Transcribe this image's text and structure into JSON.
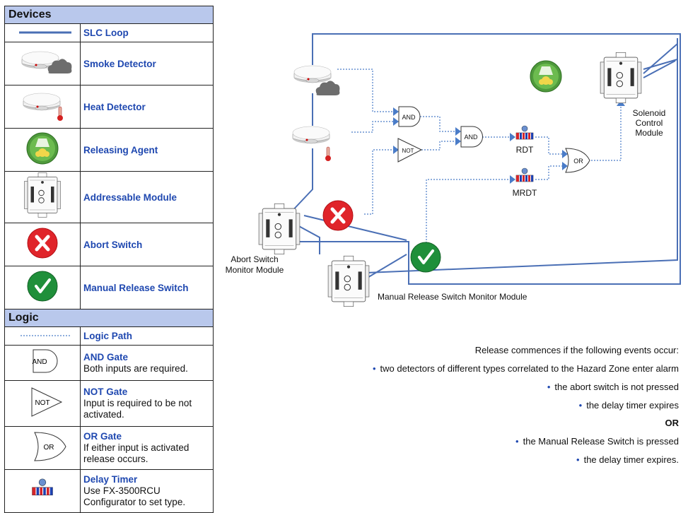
{
  "legend": {
    "devices_header": "Devices",
    "logic_header": "Logic",
    "devices": [
      {
        "icon": "slc-loop-line-icon",
        "label": "SLC Loop"
      },
      {
        "icon": "smoke-detector-icon",
        "label": "Smoke Detector"
      },
      {
        "icon": "heat-detector-icon",
        "label": "Heat Detector"
      },
      {
        "icon": "releasing-agent-icon",
        "label": "Releasing Agent"
      },
      {
        "icon": "addressable-module-icon",
        "label": "Addressable Module"
      },
      {
        "icon": "abort-switch-icon",
        "label": "Abort Switch"
      },
      {
        "icon": "manual-release-switch-icon",
        "label": "Manual Release Switch"
      }
    ],
    "logic": [
      {
        "icon": "logic-path-line-icon",
        "label": "Logic Path",
        "desc": ""
      },
      {
        "icon": "and-gate-icon",
        "icon_text": "AND",
        "label": "AND Gate",
        "desc": "Both inputs are required."
      },
      {
        "icon": "not-gate-icon",
        "icon_text": "NOT",
        "label": "NOT Gate",
        "desc": "Input is required to be not activated."
      },
      {
        "icon": "or-gate-icon",
        "icon_text": "OR",
        "label": "OR Gate",
        "desc": "If either input is activated release occurs."
      },
      {
        "icon": "delay-timer-icon",
        "label": "Delay Timer",
        "desc": "Use FX-3500RCU Configurator to set type."
      }
    ]
  },
  "diagram": {
    "gate_and": "AND",
    "gate_not": "NOT",
    "gate_or": "OR",
    "rdt": "RDT",
    "mrdt": "MRDT",
    "solenoid_line1": "Solenoid",
    "solenoid_line2": "Control",
    "solenoid_line3": "Module",
    "abort_line1": "Abort Switch",
    "abort_line2": "Monitor Module",
    "manual_module": "Manual Release Switch Monitor Module"
  },
  "notes": {
    "intro": "Release commences if the following events occur:",
    "item1": "two detectors of different types correlated to the Hazard Zone enter alarm",
    "item2": "the abort switch is not pressed",
    "item3": "the delay timer expires",
    "or": "OR",
    "item4": "the Manual Release Switch is pressed",
    "item5": "the delay timer expires."
  },
  "colors": {
    "loop": "#4a6fb5",
    "logic": "#4a7cc8",
    "header": "#b9c8ec",
    "label": "#1f48b0",
    "abort": "#e0242a",
    "manual": "#1f8f3a"
  }
}
